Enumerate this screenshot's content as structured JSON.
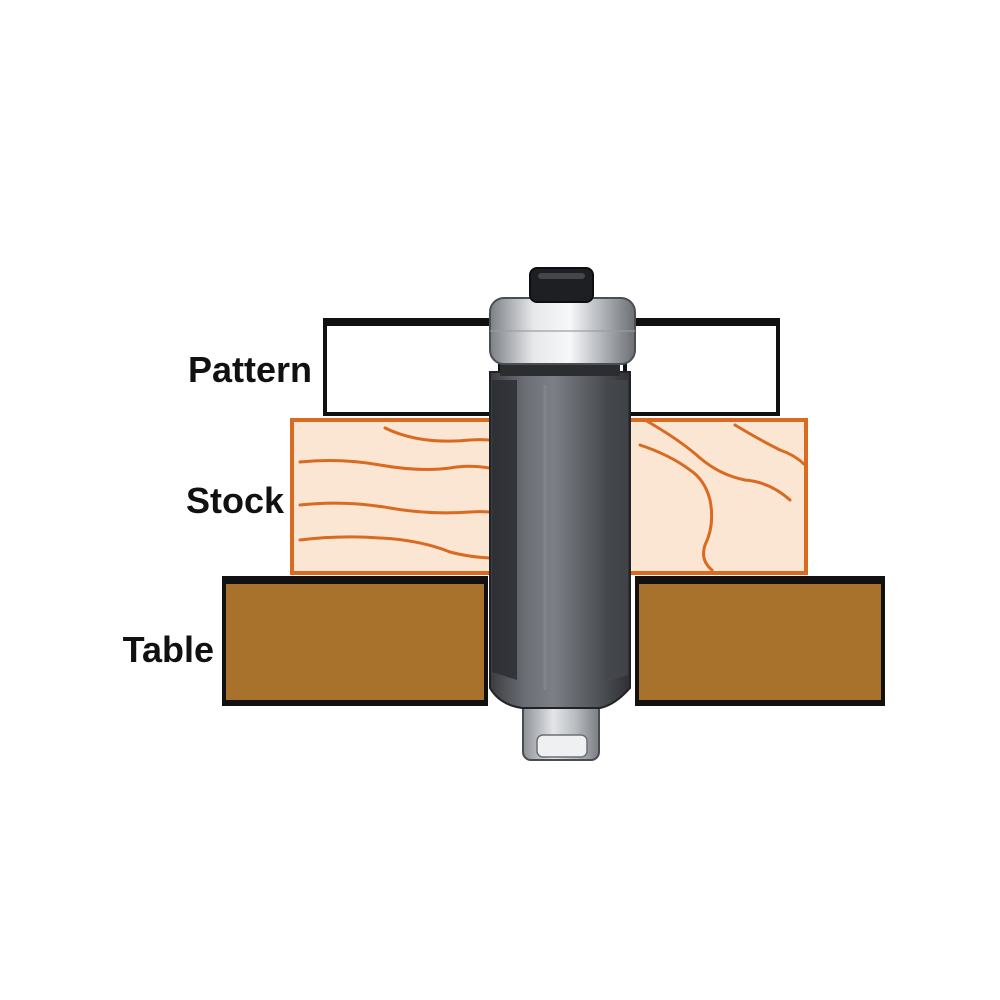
{
  "labels": {
    "pattern": "Pattern",
    "stock": "Stock",
    "table": "Table"
  },
  "colors": {
    "background": "#ffffff",
    "label_text": "#111111",
    "outline": "#111111",
    "stock_fill": "#fbe6d4",
    "stock_grain": "#d96a1f",
    "table_fill": "#a8722c",
    "bit_body": "#6b6e74",
    "bit_dark": "#3a3c40",
    "bearing": "#c9ccd0",
    "screw_head": "#1e1f22"
  },
  "icons": {
    "router_bit": "flush-trim-router-bit-icon",
    "bearing": "ball-bearing-icon"
  }
}
